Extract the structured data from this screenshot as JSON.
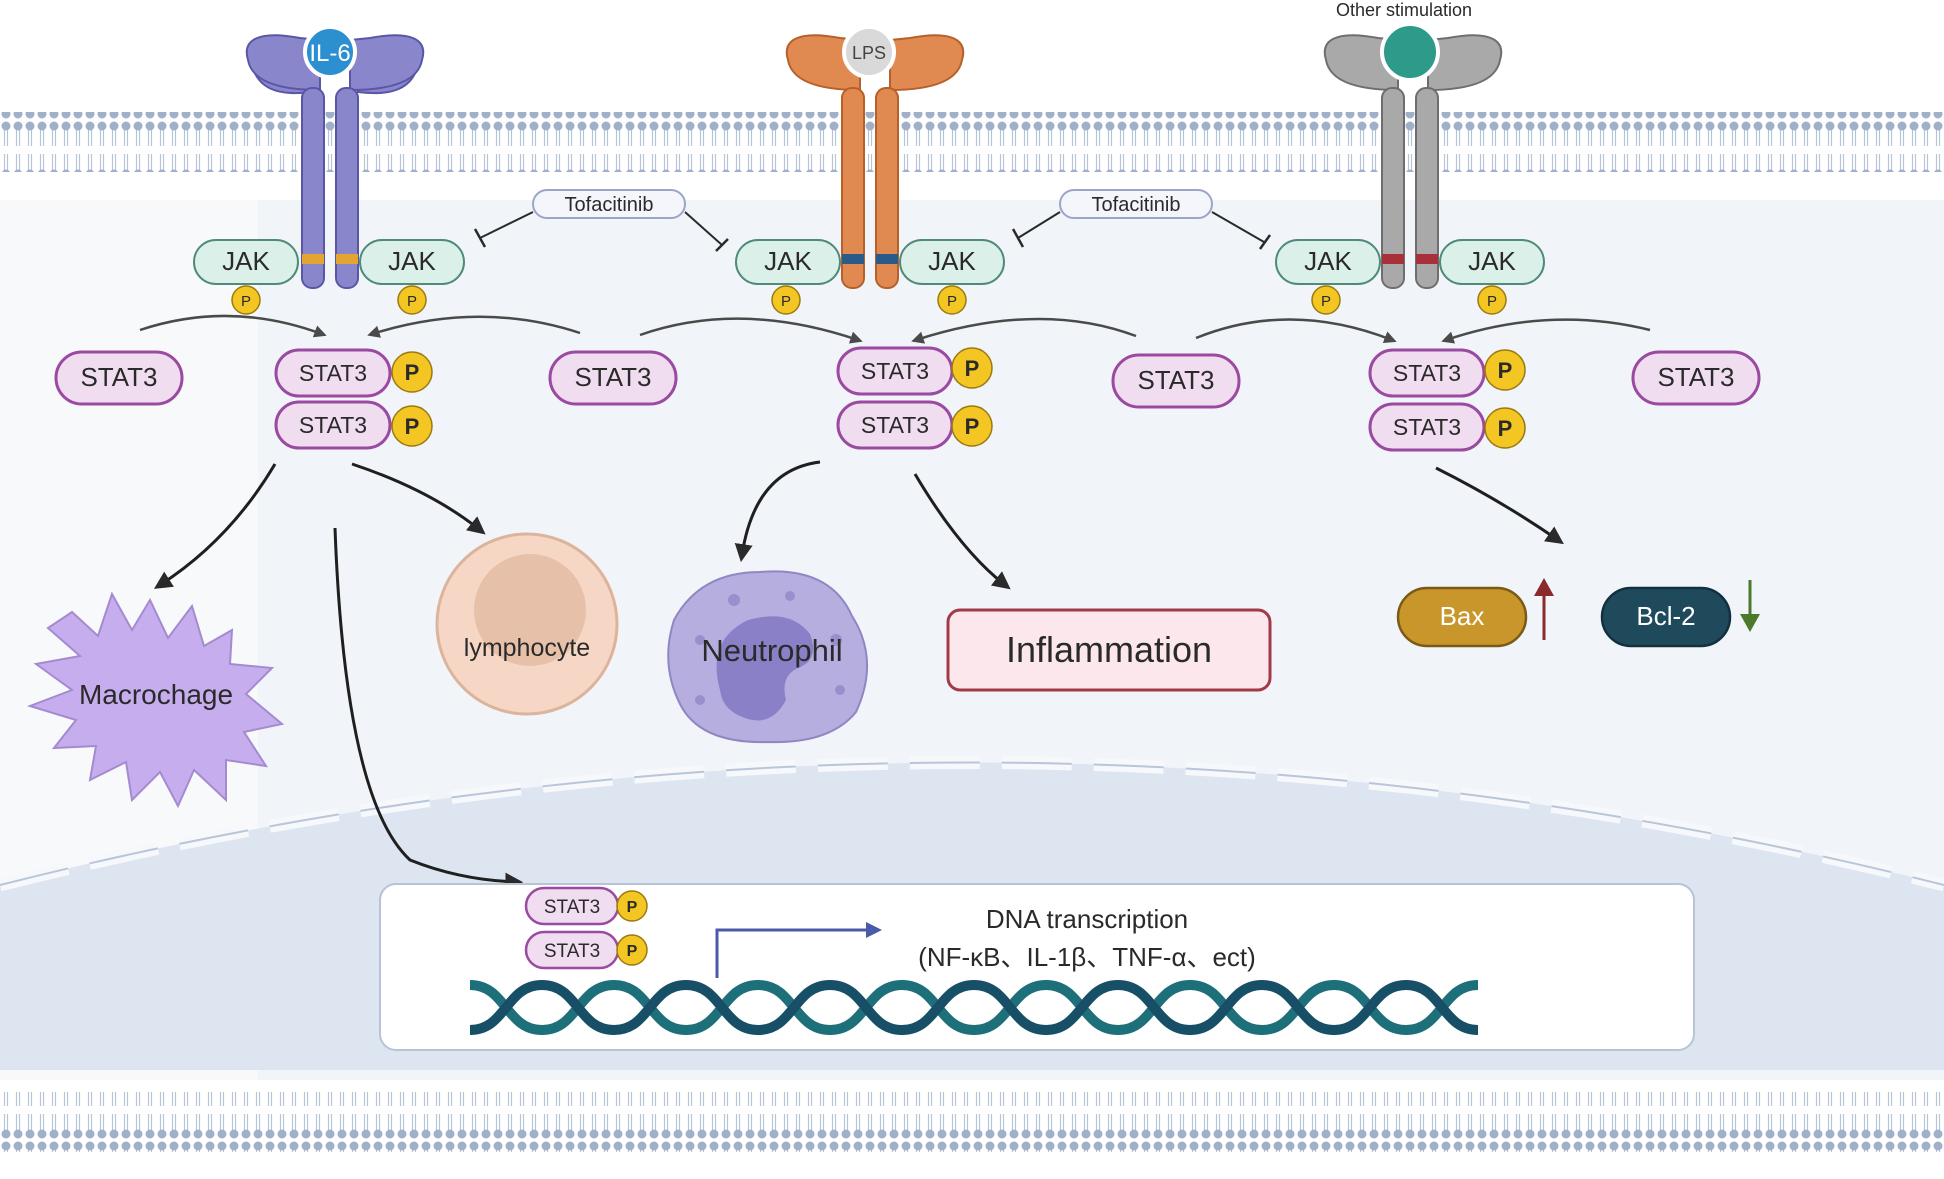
{
  "receptors": [
    {
      "ligand": "IL-6",
      "color": "#8a86cc",
      "dark": "#5a56a6",
      "ligand_color": "#2b8fd0"
    },
    {
      "ligand": "LPS",
      "color": "#e08a52",
      "dark": "#b6602a",
      "ligand_color": "#d9d9d9"
    },
    {
      "ligand": "",
      "stimulus_label": "Other stimulation",
      "color": "#a9a9a9",
      "dark": "#6e6e6e",
      "ligand_color": "#2e9a8a"
    }
  ],
  "labels": {
    "jak": "JAK",
    "p": "P",
    "stat3": "STAT3",
    "tofacitinib": "Tofacitinib",
    "macrophage": "Macrochage",
    "lymphocyte": "lymphocyte",
    "neutrophil": "Neutrophil",
    "inflammation": "Inflammation",
    "bax": "Bax",
    "bcl2": "Bcl-2",
    "dna_title": "DNA transcription",
    "dna_genes": "(NF-κB、IL-1β、TNF-α、ect)"
  },
  "colors": {
    "stat3_fill": "#f1ddf0",
    "stat3_stroke": "#9a4aa0",
    "jak_fill": "#dcf0ea",
    "jak_stroke": "#4f8a7a",
    "phospho": "#f3c623",
    "bax": "#c8962a",
    "bcl2": "#1f4a5c",
    "up_arrow": "#8a2a2a",
    "down_arrow": "#4a7a2a",
    "inflammation_stroke": "#a33a4a",
    "dna": "#1d6f7a"
  }
}
